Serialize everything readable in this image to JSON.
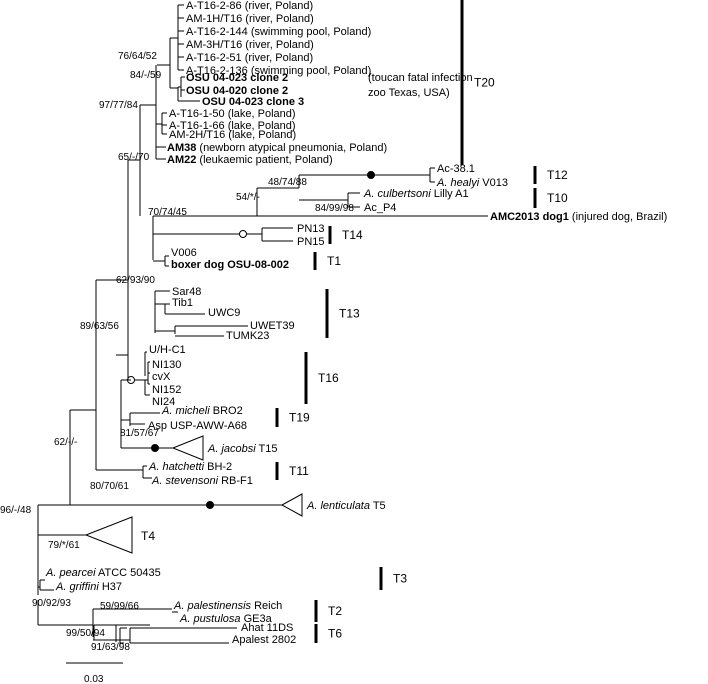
{
  "tree": {
    "scale_label": "0.03",
    "taxa": [
      {
        "id": "t1",
        "parts": [
          {
            "t": "A-T16-2-86 "
          },
          {
            "t": "(river, Poland)"
          }
        ]
      },
      {
        "id": "t2",
        "parts": [
          {
            "t": "AM-1H/T16 "
          },
          {
            "t": "(river, Poland)"
          }
        ]
      },
      {
        "id": "t3",
        "parts": [
          {
            "t": "A-T16-2-144 "
          },
          {
            "t": "(swimming pool, Poland)"
          }
        ]
      },
      {
        "id": "t4",
        "parts": [
          {
            "t": "AM-3H/T16 "
          },
          {
            "t": "(river, Poland)"
          }
        ]
      },
      {
        "id": "t5",
        "parts": [
          {
            "t": "A-T16-2-51 "
          },
          {
            "t": "(river, Poland)"
          }
        ]
      },
      {
        "id": "t6",
        "parts": [
          {
            "t": "A-T16-2-136 "
          },
          {
            "t": "(swimming pool, Poland)"
          }
        ]
      },
      {
        "id": "t7",
        "parts": [
          {
            "t": "OSU 04-023 clone 2",
            "b": true
          }
        ]
      },
      {
        "id": "t8",
        "parts": [
          {
            "t": "OSU 04-020 clone 2",
            "b": true
          }
        ]
      },
      {
        "id": "t9",
        "parts": [
          {
            "t": "OSU 04-023 clone 3",
            "b": true
          }
        ]
      },
      {
        "id": "t10",
        "parts": [
          {
            "t": "A-T16-1-50 "
          },
          {
            "t": "(lake, Poland)"
          }
        ]
      },
      {
        "id": "t11",
        "parts": [
          {
            "t": "A-T16-1-66 "
          },
          {
            "t": "(lake, Poland)"
          }
        ]
      },
      {
        "id": "t12",
        "parts": [
          {
            "t": "AM-2H/T16 "
          },
          {
            "t": "(lake, Poland)"
          }
        ]
      },
      {
        "id": "t13",
        "parts": [
          {
            "t": "AM38",
            "b": true
          },
          {
            "t": " (newborn atypical pneumonia, Poland)"
          }
        ]
      },
      {
        "id": "t14",
        "parts": [
          {
            "t": "AM22",
            "b": true
          },
          {
            "t": " (leukaemic patient, Poland)"
          }
        ]
      },
      {
        "id": "t15",
        "parts": [
          {
            "t": "Ac-38.1"
          }
        ]
      },
      {
        "id": "t16",
        "parts": [
          {
            "t": "A. healyi",
            "i": true
          },
          {
            "t": " V013"
          }
        ]
      },
      {
        "id": "t17",
        "parts": [
          {
            "t": "A. culbertsoni",
            "i": true
          },
          {
            "t": " Lilly A1"
          }
        ]
      },
      {
        "id": "t18",
        "parts": [
          {
            "t": "Ac_P4"
          }
        ]
      },
      {
        "id": "t19",
        "parts": [
          {
            "t": "AMC2013 dog1",
            "b": true
          },
          {
            "t": " (injured dog, Brazil)"
          }
        ]
      },
      {
        "id": "t20",
        "parts": [
          {
            "t": "PN13"
          }
        ]
      },
      {
        "id": "t21",
        "parts": [
          {
            "t": "PN15"
          }
        ]
      },
      {
        "id": "t22",
        "parts": [
          {
            "t": "V006"
          }
        ]
      },
      {
        "id": "t23",
        "parts": [
          {
            "t": "boxer dog OSU-08-002",
            "b": true
          }
        ]
      },
      {
        "id": "t24",
        "parts": [
          {
            "t": "Sar48"
          }
        ]
      },
      {
        "id": "t25",
        "parts": [
          {
            "t": "Tib1"
          }
        ]
      },
      {
        "id": "t26",
        "parts": [
          {
            "t": "UWC9"
          }
        ]
      },
      {
        "id": "t27",
        "parts": [
          {
            "t": "UWET39"
          }
        ]
      },
      {
        "id": "t28",
        "parts": [
          {
            "t": "TUMK23"
          }
        ]
      },
      {
        "id": "t29",
        "parts": [
          {
            "t": "U/H-C1"
          }
        ]
      },
      {
        "id": "t30",
        "parts": [
          {
            "t": "NI130"
          }
        ]
      },
      {
        "id": "t31",
        "parts": [
          {
            "t": "cvX"
          }
        ]
      },
      {
        "id": "t32",
        "parts": [
          {
            "t": "NI152"
          }
        ]
      },
      {
        "id": "t33",
        "parts": [
          {
            "t": "NI24"
          }
        ]
      },
      {
        "id": "t34",
        "parts": [
          {
            "t": "A. micheli",
            "i": true
          },
          {
            "t": " BRO2"
          }
        ]
      },
      {
        "id": "t35",
        "parts": [
          {
            "t": "Asp USP-AWW-A68"
          }
        ]
      },
      {
        "id": "t36",
        "parts": [
          {
            "t": "A. jacobsi",
            "i": true
          },
          {
            "t": " T15"
          }
        ]
      },
      {
        "id": "t37",
        "parts": [
          {
            "t": "A. hatchetti",
            "i": true
          },
          {
            "t": " BH-2"
          }
        ]
      },
      {
        "id": "t38",
        "parts": [
          {
            "t": "A. stevensoni",
            "i": true
          },
          {
            "t": " RB-F1"
          }
        ]
      },
      {
        "id": "t39",
        "parts": [
          {
            "t": "A. lenticulata",
            "i": true
          },
          {
            "t": " T5"
          }
        ]
      },
      {
        "id": "t40",
        "parts": [
          {
            "t": "T4"
          }
        ]
      },
      {
        "id": "t41",
        "parts": [
          {
            "t": "A. pearcei",
            "i": true
          },
          {
            "t": " ATCC 50435"
          }
        ]
      },
      {
        "id": "t42",
        "parts": [
          {
            "t": "A. griffini",
            "i": true
          },
          {
            "t": " H37"
          }
        ]
      },
      {
        "id": "t43",
        "parts": [
          {
            "t": "A. palestinensis",
            "i": true
          },
          {
            "t": " Reich"
          }
        ]
      },
      {
        "id": "t44",
        "parts": [
          {
            "t": "A. pustulosa",
            "i": true
          },
          {
            "t": " GE3a"
          }
        ]
      },
      {
        "id": "t45",
        "parts": [
          {
            "t": "Ahat 11DS"
          }
        ]
      },
      {
        "id": "t46",
        "parts": [
          {
            "t": "Apalest 2802"
          }
        ]
      }
    ],
    "side_notes": [
      "(toucan fatal infection",
      "zoo Texas, USA)"
    ],
    "support_values": [
      "76/64/52",
      "84/-/59",
      "97/77/84",
      "65/-/70",
      "48/74/88",
      "54/*/-",
      "84/99/98",
      "70/74/45",
      "62/93/90",
      "89/63/56",
      "81/57/67",
      "62/-/-",
      "80/70/61",
      "96/-/48",
      "79/*/61",
      "90/92/93",
      "59/99/66",
      "99/50/94",
      "91/63/98"
    ],
    "clades": [
      "T20",
      "T12",
      "T10",
      "T14",
      "T1",
      "T13",
      "T16",
      "T19",
      "T11",
      "T3",
      "T2",
      "T6"
    ]
  }
}
